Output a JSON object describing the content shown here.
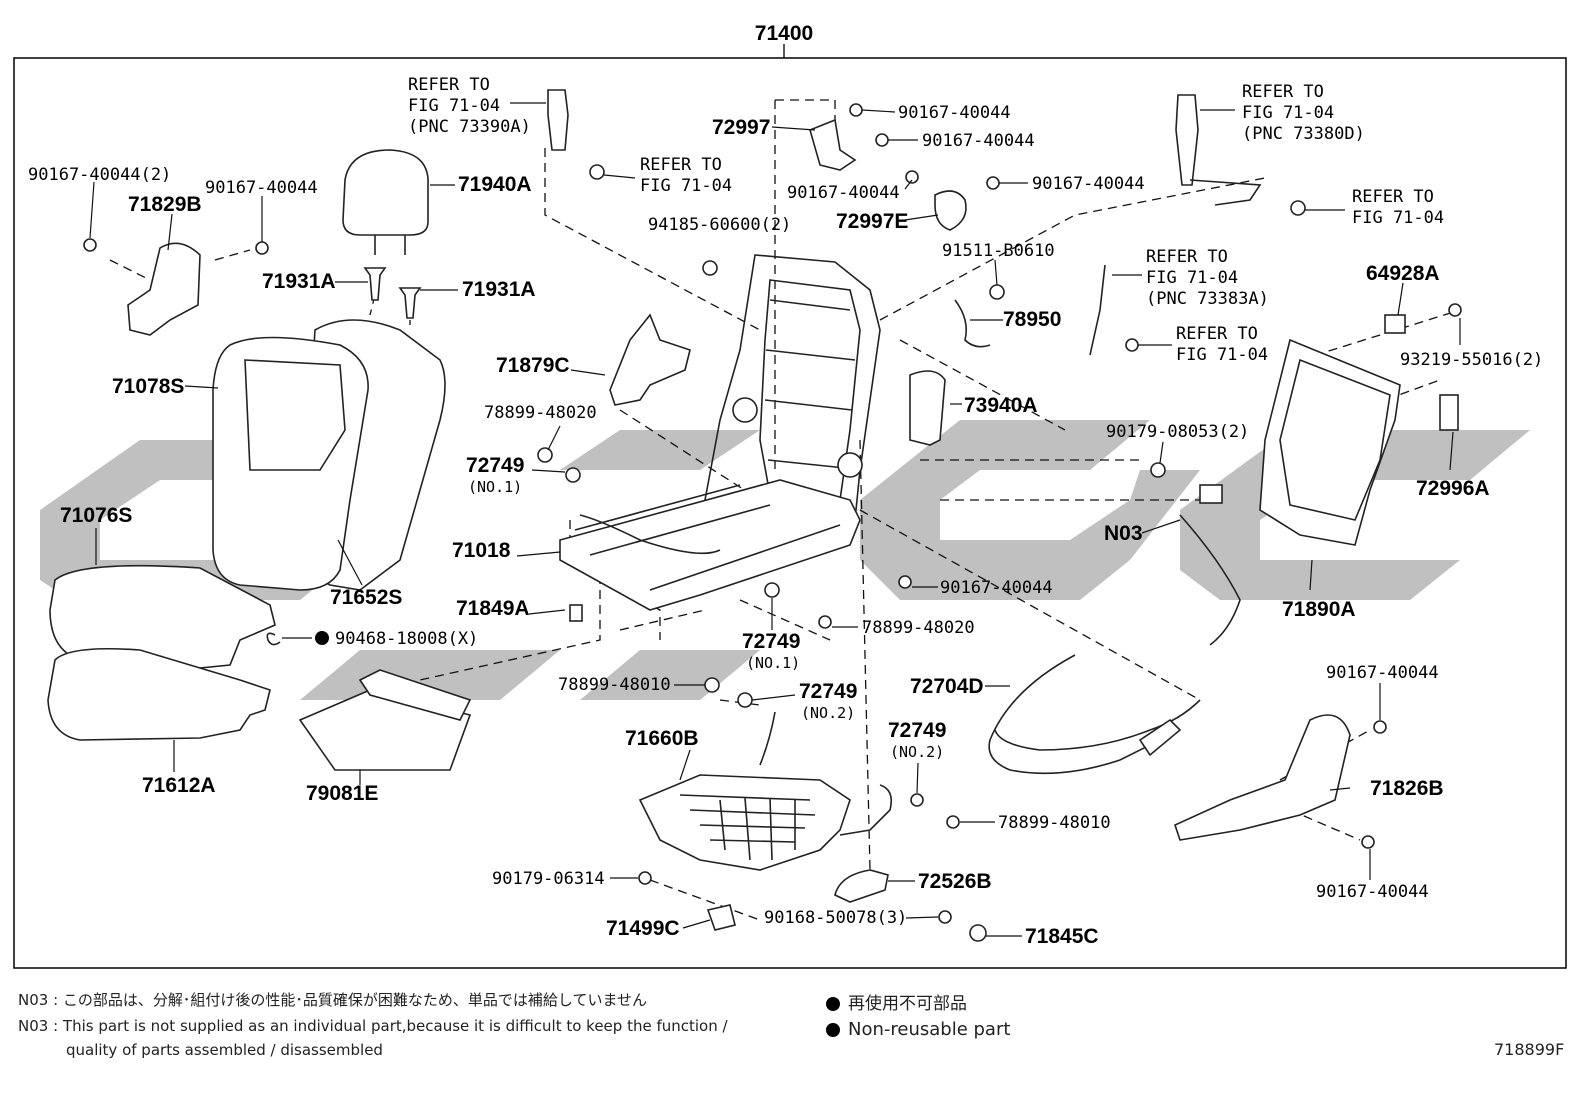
{
  "assembly_number": "71400",
  "diagram_id": "718899F",
  "parts": {
    "p71829B": "71829B",
    "p90167_40044_2": "90167-40044(2)",
    "p90167_40044_a": "90167-40044",
    "p71940A": "71940A",
    "p71931A_left": "71931A",
    "p71931A_right": "71931A",
    "p71078S": "71078S",
    "p71076S": "71076S",
    "p71652S": "71652S",
    "p90468": "90468-18008(X)",
    "p71612A": "71612A",
    "p79081E": "79081E",
    "p71879C": "71879C",
    "p78899_48020_a": "78899-48020",
    "p72749_a": "72749",
    "p72749_a_sub": "(NO.1)",
    "p71018": "71018",
    "p71849A": "71849A",
    "p72749_b": "72749",
    "p72749_b_sub": "(NO.1)",
    "p78899_48020_b": "78899-48020",
    "p78899_48010_a": "78899-48010",
    "p72749_c": "72749",
    "p72749_c_sub": "(NO.2)",
    "p71660B": "71660B",
    "p90179_06314": "90179-06314",
    "p71499C": "71499C",
    "p90168_50078": "90168-50078(3)",
    "p72526B": "72526B",
    "p71845C": "71845C",
    "p72749_d": "72749",
    "p72749_d_sub": "(NO.2)",
    "p78899_48010_b": "78899-48010",
    "p72704D": "72704D",
    "p90167_40044_b": "90167-40044",
    "p72997": "72997",
    "p90167_40044_c": "90167-40044",
    "p90167_40044_d": "90167-40044",
    "p90167_40044_e": "90167-40044",
    "p90167_40044_f": "90167-40044",
    "p72997E": "72997E",
    "p94185": "94185-60600(2)",
    "p91511": "91511-B0610",
    "p78950": "78950",
    "p73940A": "73940A",
    "p90179_08053": "90179-08053(2)",
    "pN03": "N03",
    "p71890A": "71890A",
    "p64928A": "64928A",
    "p93219": "93219-55016(2)",
    "p72996A": "72996A",
    "p90167_40044_g": "90167-40044",
    "p71826B": "71826B",
    "p90167_40044_h": "90167-40044"
  },
  "refs": {
    "r1_l1": "REFER TO",
    "r1_l2": "FIG 71-04",
    "r1_l3": "(PNC 73390A)",
    "r2_l1": "REFER TO",
    "r2_l2": "FIG 71-04",
    "r3_l1": "REFER TO",
    "r3_l2": "FIG 71-04",
    "r3_l3": "(PNC 73380D)",
    "r4_l1": "REFER TO",
    "r4_l2": "FIG 71-04",
    "r5_l1": "REFER TO",
    "r5_l2": "FIG 71-04",
    "r5_l3": "(PNC 73383A)",
    "r6_l1": "REFER TO",
    "r6_l2": "FIG 71-04"
  },
  "notes": {
    "n03_jp_code": "N03 :",
    "n03_jp": "この部品は、分解･組付け後の性能･品質確保が困難なため、単品では補給していません",
    "n03_en_code": "N03 :",
    "n03_en_line1": "This part is not supplied as an individual part,because it is difficult to keep the function /",
    "n03_en_line2": "quality of parts assembled / disassembled",
    "legend_jp": "再使用不可部品",
    "legend_en": "Non-reusable part"
  }
}
